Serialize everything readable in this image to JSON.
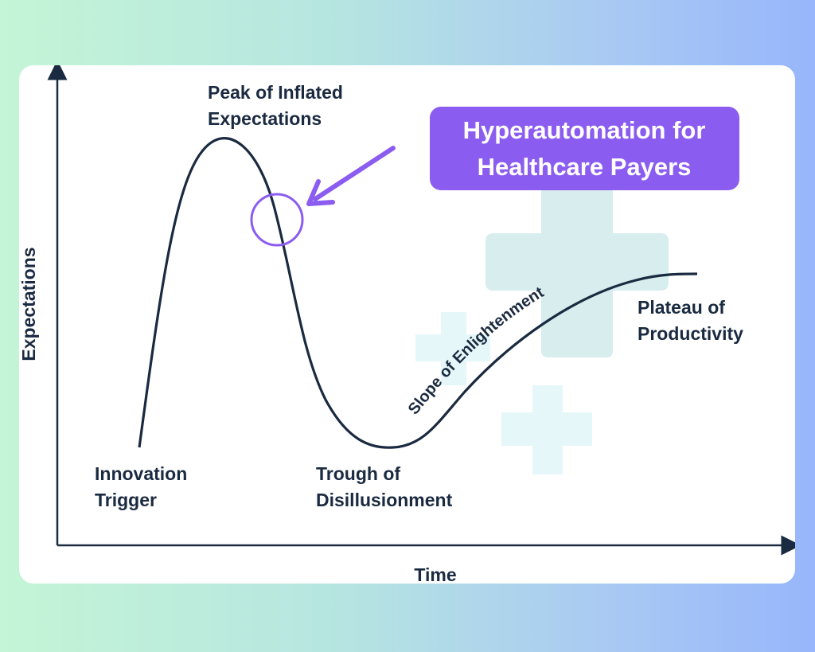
{
  "axes": {
    "y_label": "Expectations",
    "x_label": "Time"
  },
  "phases": {
    "innovation_trigger": [
      "Innovation",
      "Trigger"
    ],
    "peak": [
      "Peak of Inflated",
      "Expectations"
    ],
    "trough": [
      "Trough of",
      "Disillusionment"
    ],
    "slope": "Slope of Enlightenment",
    "plateau": [
      "Plateau of",
      "Productivity"
    ]
  },
  "callout": {
    "lines": [
      "Hyperautomation for",
      "Healthcare Payers"
    ],
    "color": "#8b5cf0"
  },
  "icons": {
    "background_crosses": "medical-cross-icon"
  },
  "colors": {
    "curve": "#1a2a40",
    "highlight": "#8b5cf0",
    "cross_large": "#d7edee",
    "cross_small": "#e5f7f8"
  }
}
